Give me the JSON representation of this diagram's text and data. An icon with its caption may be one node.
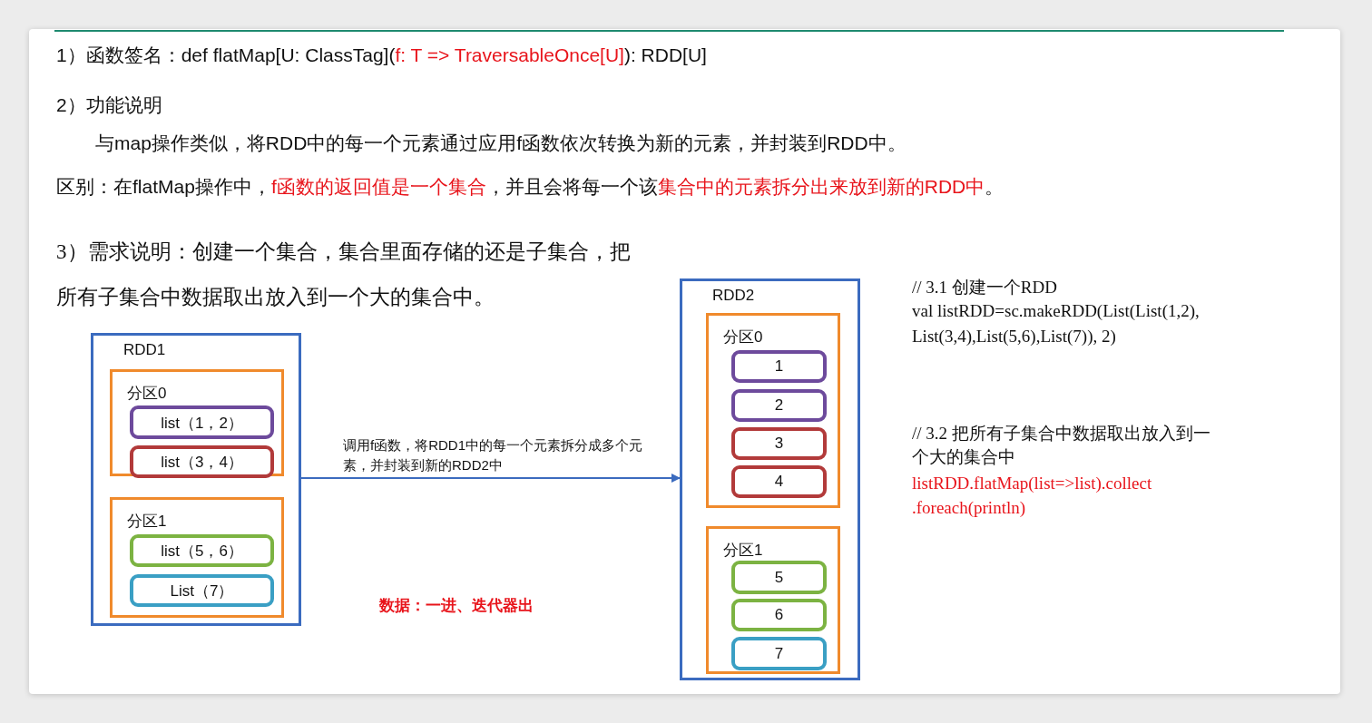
{
  "diagram": {
    "nodes": [
      {
        "text": [
          "RDD1"
        ]
      },
      {
        "text": [
          "分区0"
        ],
        "in": 0
      },
      {
        "text": [
          "list（1，2）"
        ],
        "in": 1
      },
      {
        "text": [
          "list（3，4）"
        ],
        "in": 1
      },
      {
        "text": [
          "分区1"
        ],
        "in": 0
      },
      {
        "text": [
          "list（5，6）"
        ],
        "in": 4
      },
      {
        "text": [
          "List（7）"
        ],
        "in": 4
      },
      {
        "text": [
          "RDD2"
        ]
      },
      {
        "text": [
          "分区0"
        ],
        "in": 7
      },
      {
        "text": [
          "1"
        ],
        "in": 8
      },
      {
        "text": [
          "2"
        ],
        "in": 8
      },
      {
        "text": [
          "3"
        ],
        "in": 8
      },
      {
        "text": [
          "4"
        ],
        "in": 8
      },
      {
        "text": [
          "分区1"
        ],
        "in": 7
      },
      {
        "text": [
          "5"
        ],
        "in": 13
      },
      {
        "text": [
          "6"
        ],
        "in": 13
      },
      {
        "text": [
          "7"
        ],
        "in": 13
      }
    ],
    "edges": [
      {
        "from": 0,
        "to": 7,
        "arrow": "to",
        "label": "调用f函数，将RDD1中的每一个元素拆分成多个元素，并封装到新的RDD2中"
      }
    ],
    "labels": [
      "1）函数签名：def flatMap[U: ClassTag](",
      "f: T => TraversableOnce[U]",
      "): RDD[U]",
      "2）功能说明",
      "与map操作类似，将RDD中的每一个元素通过应用f函数依次转换为新的元素，并封装到RDD中。",
      "区别：在flatMap操作中，",
      "f函数的返回值是一个集合",
      "，并且会将每一个该",
      "集合中的元素拆分出来放到新的RDD中",
      "。",
      "3）需求说明：创建一个集合，集合里面存储的还是子集合，把所有子集合中数据取出放入到一个大的集合中。",
      "数据：一进、迭代器出",
      "// 3.1 创建一个RDD",
      "val listRDD=sc.makeRDD(List(List(1,2), List(3,4),List(5,6),List(7)), 2)",
      "// 3.2 把所有子集合中数据取出放入到一个大的集合中",
      "listRDD.flatMap(list=>list).collect .foreach(println)"
    ]
  }
}
